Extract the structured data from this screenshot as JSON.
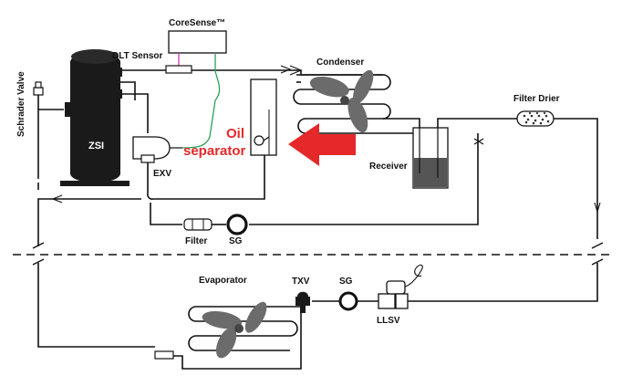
{
  "labels": {
    "coresense": "CoreSense™",
    "dlt_sensor": "DLT Sensor",
    "condenser": "Condenser",
    "schrader_valve": "Schrader Valve",
    "zsi": "ZSI",
    "exv": "EXV",
    "oil_line1": "Oil",
    "oil_line2": "separator",
    "receiver": "Receiver",
    "filter_drier": "Filter Drier",
    "filter": "Filter",
    "sg_top": "SG",
    "evaporator": "Evaporator",
    "txv": "TXV",
    "sg_bottom": "SG",
    "llsv": "LLSV"
  },
  "colors": {
    "sensor_wire_green": "#2e9e5a",
    "sensor_wire_magenta": "#c03fa8",
    "arrow_red": "#e5282a",
    "compressor": "#1a1a1a",
    "receiver_liquid": "#555555",
    "fan_blade": "#6b6b6b"
  }
}
